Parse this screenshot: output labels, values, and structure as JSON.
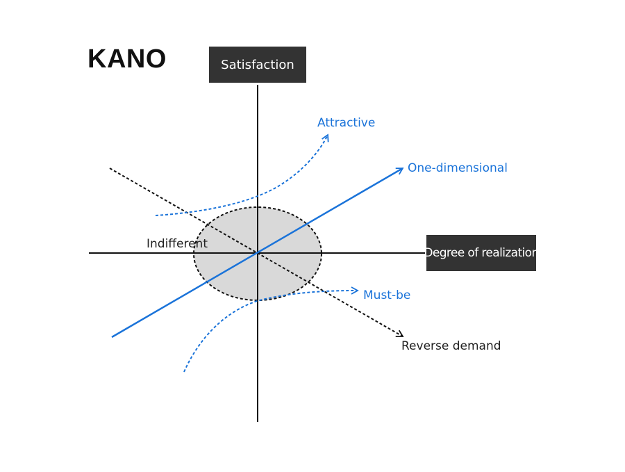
{
  "title": "KANO",
  "axes": {
    "y_label": "Satisfaction",
    "x_label": "Degree of realization"
  },
  "curves": {
    "attractive": "Attractive",
    "one_dimensional": "One-dimensional",
    "must_be": "Must-be",
    "reverse": "Reverse demand",
    "indifferent": "Indifferent"
  },
  "colors": {
    "blue": "#1a73d9",
    "dark": "#222222",
    "box": "#333333",
    "ellipse_fill": "#d9d9d9"
  }
}
